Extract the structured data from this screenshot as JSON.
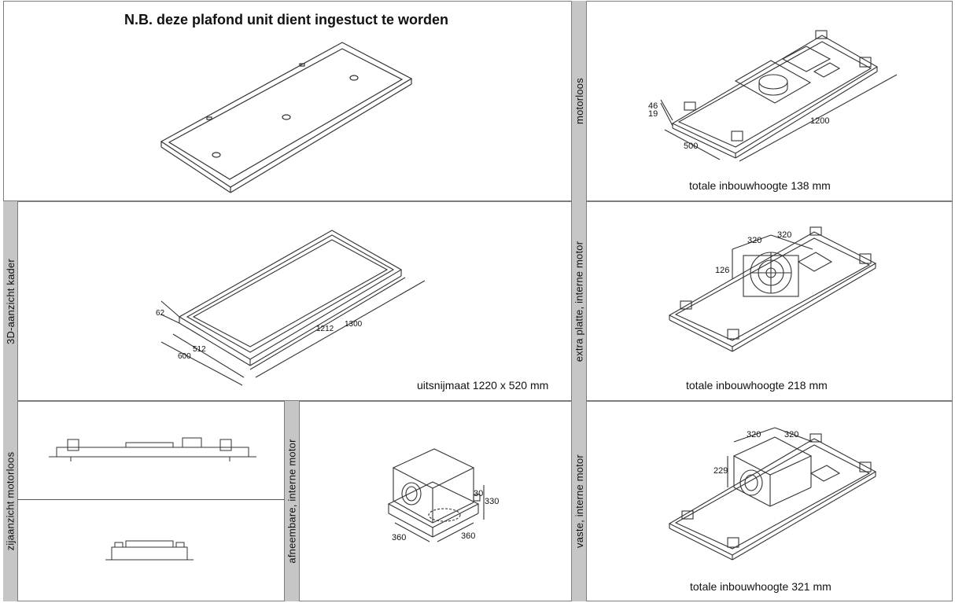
{
  "header": {
    "note": "N.B. deze plafond unit dient ingestuct te worden"
  },
  "panels": {
    "motorloos": {
      "side_label": "motorloos",
      "caption": "totale inbouwhoogte 138 mm",
      "dims": {
        "h1": "46",
        "h2": "19",
        "width": "500",
        "length": "1200"
      }
    },
    "kader": {
      "side_label": "3D-aanzicht kader",
      "caption": "uitsnijmaat 1220 x 520 mm",
      "dims": {
        "height": "62",
        "inner_w": "512",
        "outer_w": "600",
        "inner_l": "1212",
        "outer_l": "1300"
      }
    },
    "extra_platte": {
      "side_label": "extra platte, interne motor",
      "caption": "totale inbouwhoogte 218 mm",
      "dims": {
        "a": "320",
        "b": "320",
        "h": "126"
      }
    },
    "zijaanzicht": {
      "side_label": "zijaanzicht motorloos"
    },
    "afneembare": {
      "side_label": "afneembare, interne motor",
      "dims": {
        "top": "30",
        "height": "330",
        "w1": "360",
        "w2": "360"
      }
    },
    "vaste": {
      "side_label": "vaste, interne motor",
      "caption": "totale inbouwhoogte 321 mm",
      "dims": {
        "a": "320",
        "b": "320",
        "h": "229"
      }
    }
  }
}
